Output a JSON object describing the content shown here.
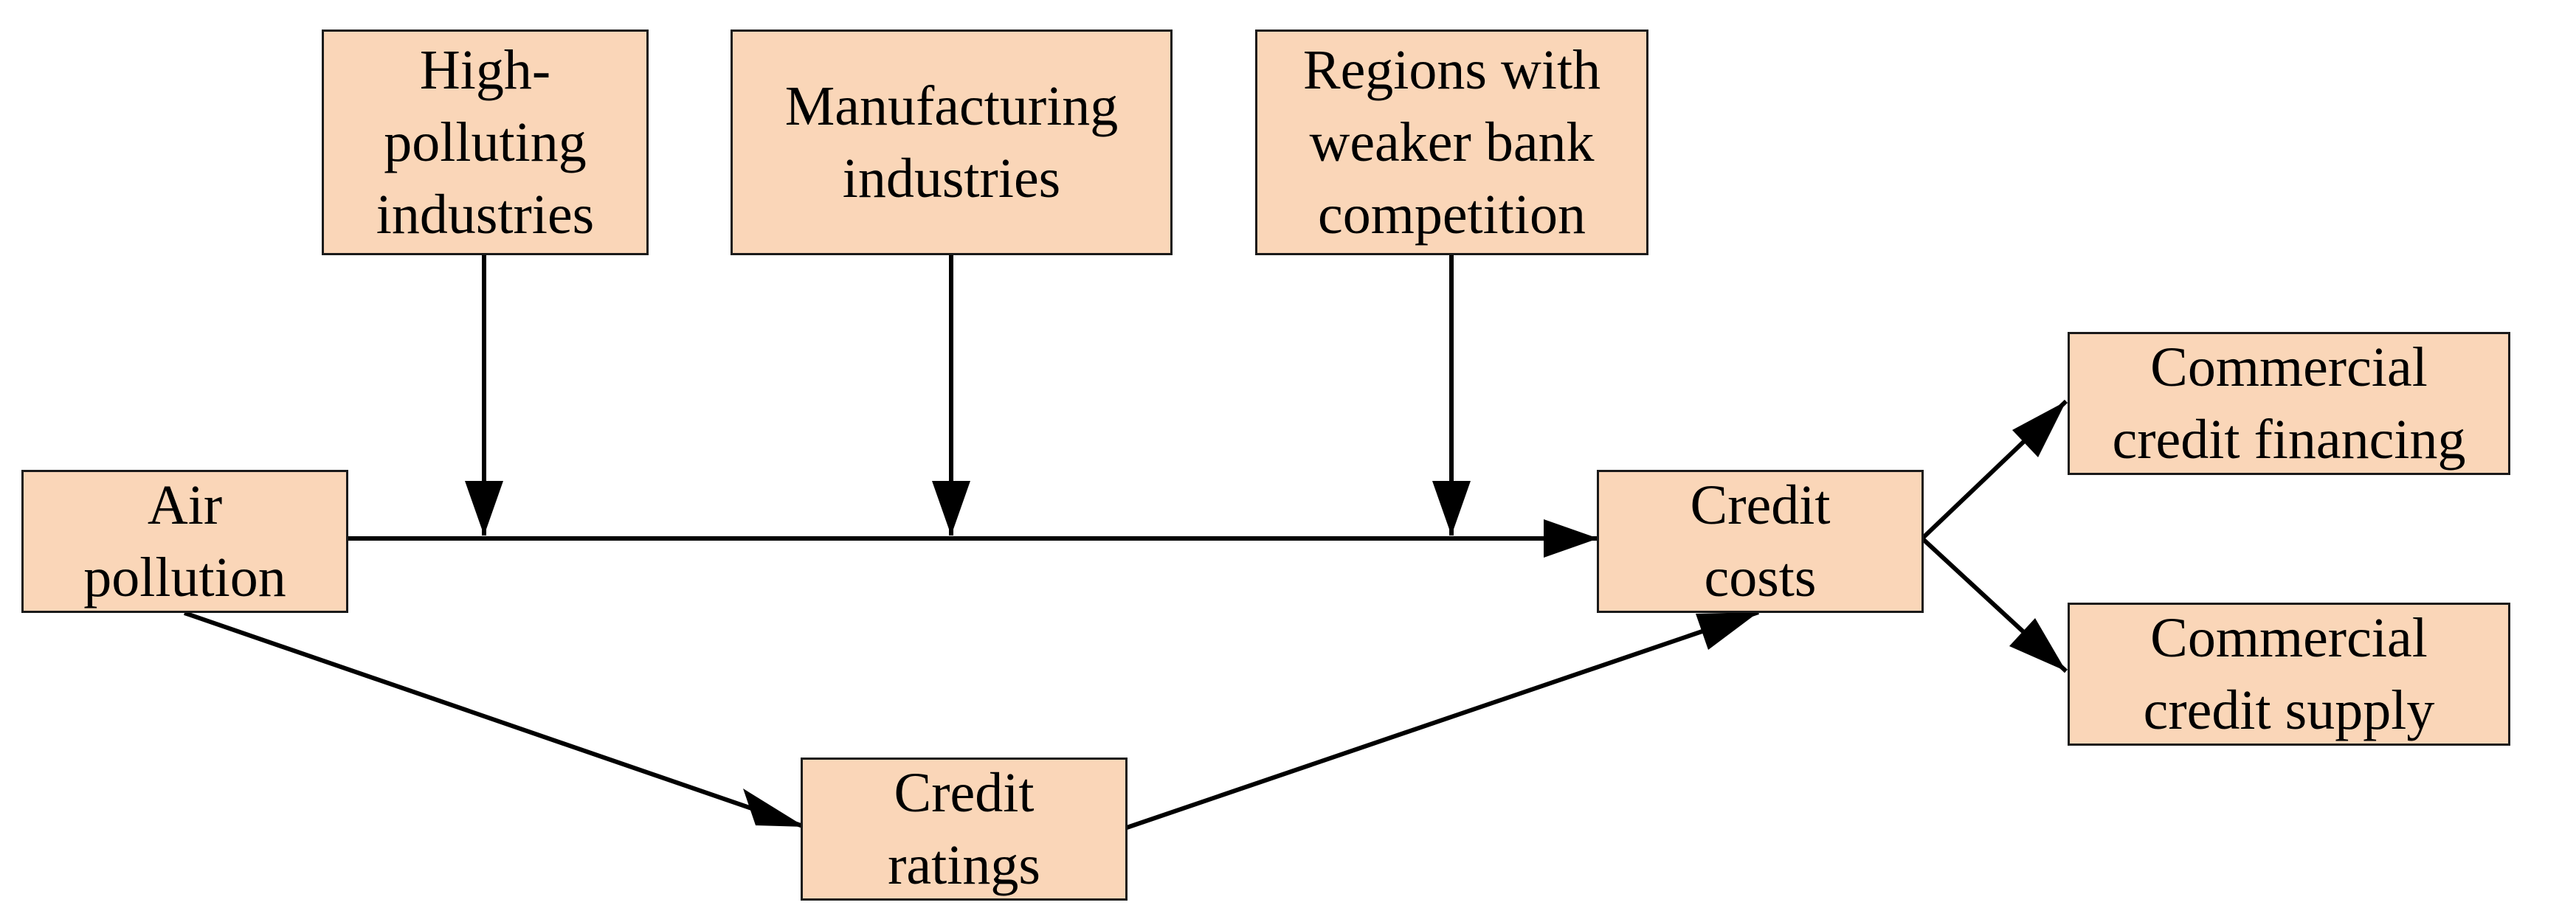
{
  "colors": {
    "box_fill": "#fad6b8",
    "box_border": "#1a1a1a",
    "arrow": "#000000",
    "background": "#ffffff"
  },
  "nodes": {
    "high_polluting": {
      "label": "High-polluting industries"
    },
    "manufacturing": {
      "label": "Manufacturing industries"
    },
    "weaker_bank": {
      "label": "Regions with weaker bank competition"
    },
    "air_pollution": {
      "label": "Air pollution"
    },
    "credit_costs": {
      "label": "Credit costs"
    },
    "credit_ratings": {
      "label": "Credit ratings"
    },
    "commercial_financing": {
      "label": "Commercial credit financing"
    },
    "commercial_supply": {
      "label": "Commercial credit supply"
    }
  },
  "edges": [
    {
      "from": "air_pollution",
      "to": "credit_costs"
    },
    {
      "from": "air_pollution",
      "to": "credit_ratings"
    },
    {
      "from": "credit_ratings",
      "to": "credit_costs"
    },
    {
      "from": "credit_costs",
      "to": "commercial_financing"
    },
    {
      "from": "credit_costs",
      "to": "commercial_supply"
    },
    {
      "from": "high_polluting",
      "to": "air_pollution-credit_costs link",
      "type": "moderates"
    },
    {
      "from": "manufacturing",
      "to": "air_pollution-credit_costs link",
      "type": "moderates"
    },
    {
      "from": "weaker_bank",
      "to": "air_pollution-credit_costs link",
      "type": "moderates"
    }
  ]
}
